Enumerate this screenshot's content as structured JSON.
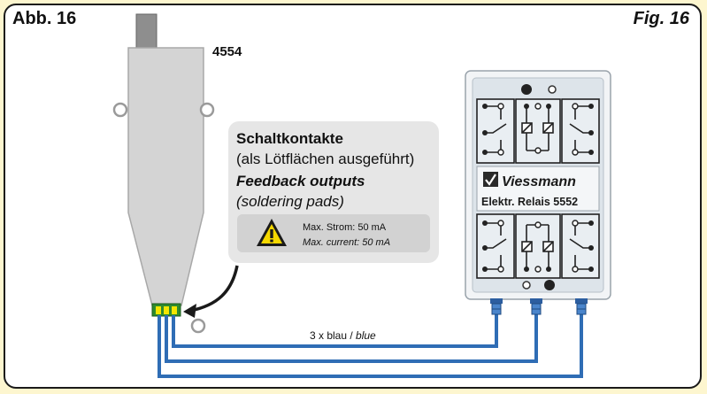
{
  "figure": {
    "label_de": "Abb. 16",
    "label_en": "Fig. 16"
  },
  "decoder": {
    "part_number": "4554"
  },
  "callout": {
    "title_de": "Schaltkontakte",
    "subtitle_de": "(als Lötflächen ausgeführt)",
    "title_en": "Feedback outputs",
    "subtitle_en": "(soldering pads)",
    "warning_de": "Max. Strom: 50 mA",
    "warning_en": "Max. current: 50 mA"
  },
  "relay": {
    "brand": "Viessmann",
    "model": "Elektr. Relais 5552"
  },
  "wires": {
    "label_de": "3 x blau / ",
    "label_en": "blue",
    "color": "#2f6db5"
  },
  "colors": {
    "background": "#fdf6cf",
    "decoder_body": "#d4d4d4",
    "relay_body": "#dde4ea",
    "pads": "#f3e600",
    "warning_yellow": "#f5d800"
  }
}
